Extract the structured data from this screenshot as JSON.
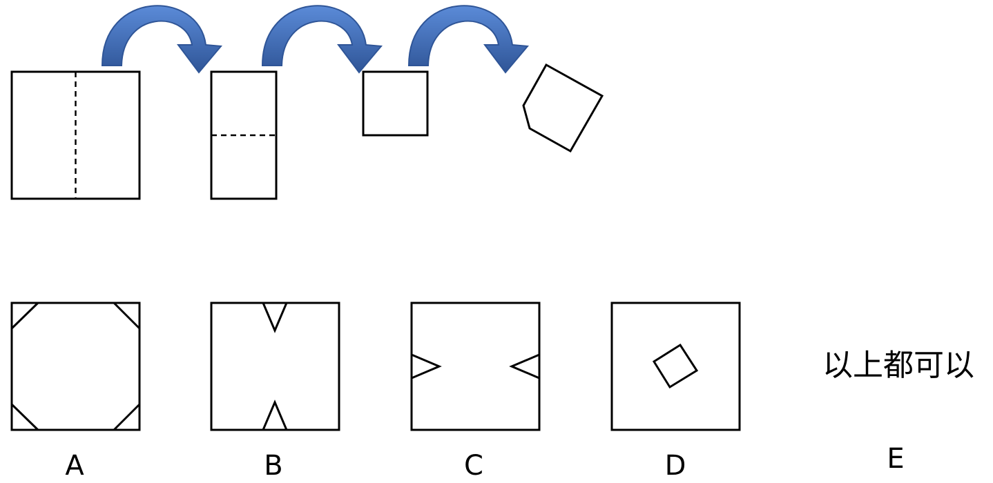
{
  "options": [
    {
      "id": "A",
      "label": "A"
    },
    {
      "id": "B",
      "label": "B"
    },
    {
      "id": "C",
      "label": "C"
    },
    {
      "id": "D",
      "label": "D"
    },
    {
      "id": "E",
      "label": "E",
      "text": "以上都可以"
    }
  ],
  "colors": {
    "arrow_light": "#4f7fce",
    "arrow_dark": "#2f5597",
    "stroke": "#000000"
  },
  "icons": [
    "curved-arrow-icon"
  ]
}
